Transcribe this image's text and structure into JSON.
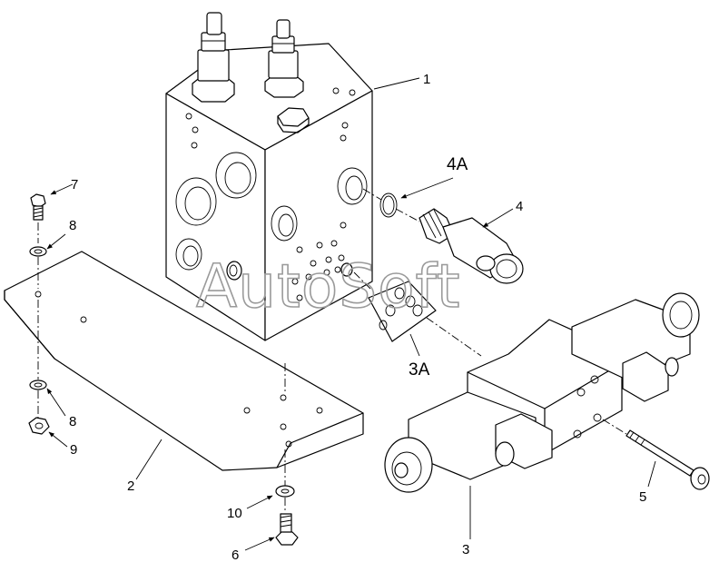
{
  "callouts": {
    "c1": "1",
    "c2": "2",
    "c3": "3",
    "c3a": "3A",
    "c4": "4",
    "c4a": "4A",
    "c5": "5",
    "c6": "6",
    "c7": "7",
    "c8_top": "8",
    "c8_bottom": "8",
    "c9": "9",
    "c10": "10"
  },
  "watermark": "AutoSoft"
}
